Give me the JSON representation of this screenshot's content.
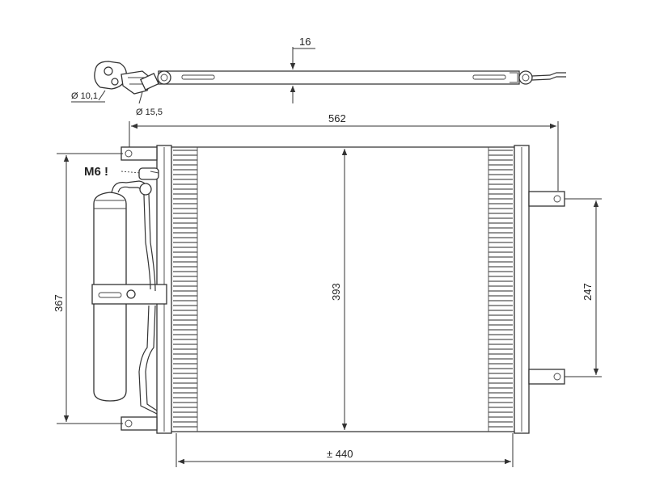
{
  "dimensions": {
    "pipe_height": "16",
    "fitting_small": "Ø 10,1",
    "fitting_large": "Ø 15,5",
    "overall_width": "562",
    "core_height": "393",
    "side_height": "367",
    "bracket_spacing": "247",
    "core_width": "± 440"
  },
  "notes": {
    "thread": "M6 !"
  }
}
